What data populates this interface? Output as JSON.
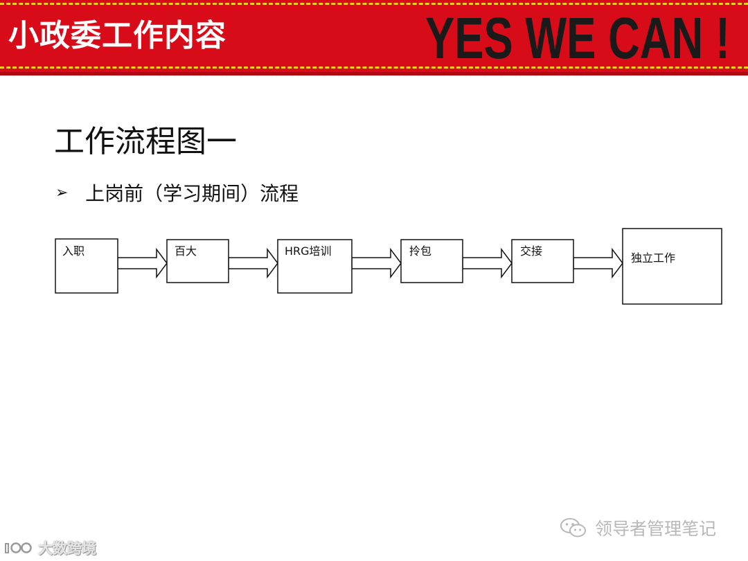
{
  "banner": {
    "title": "小政委工作内容",
    "slogan": "YES WE CAN !",
    "colors": {
      "background": "#d80c18",
      "dash": "#f6d21a",
      "slogan": "#1a1a1a"
    }
  },
  "heading": "工作流程图一",
  "bullet": {
    "icon": "arrowhead-bullet-icon",
    "text": "上岗前（学习期间）流程"
  },
  "flow": {
    "nodes": [
      {
        "id": "n1",
        "label": "入职"
      },
      {
        "id": "n2",
        "label": "百大"
      },
      {
        "id": "n3",
        "label": "HRG培训"
      },
      {
        "id": "n4",
        "label": "拎包"
      },
      {
        "id": "n5",
        "label": "交接"
      },
      {
        "id": "n6",
        "label": "独立工作"
      }
    ],
    "edges": [
      {
        "from": "n1",
        "to": "n2"
      },
      {
        "from": "n2",
        "to": "n3"
      },
      {
        "from": "n3",
        "to": "n4"
      },
      {
        "from": "n4",
        "to": "n5"
      },
      {
        "from": "n5",
        "to": "n6"
      }
    ]
  },
  "watermarks": {
    "right": {
      "icon": "wechat-icon",
      "text": "领导者管理笔记"
    },
    "left": {
      "icon": "logo-icon",
      "text": "大数跨境"
    }
  }
}
